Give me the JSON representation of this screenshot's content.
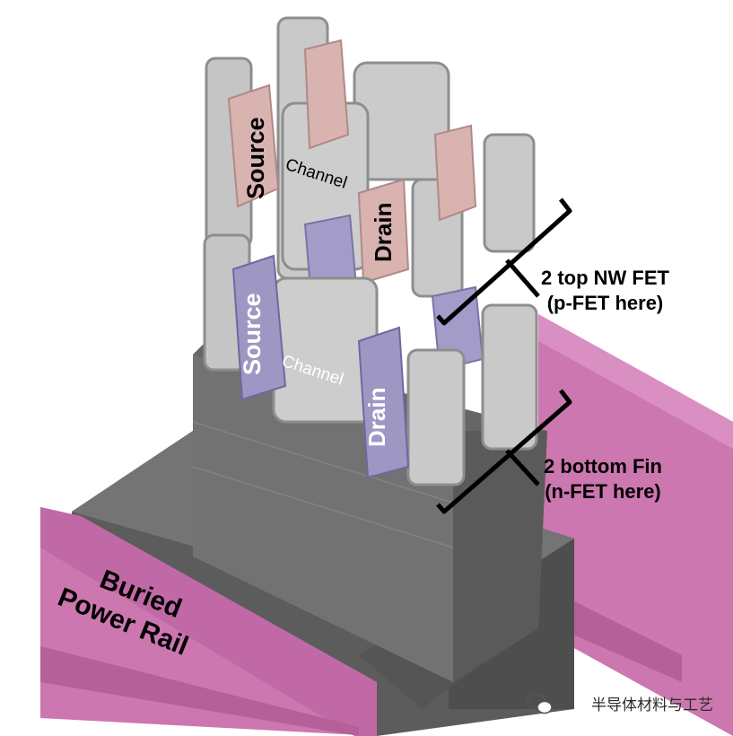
{
  "labels": {
    "top_source": "Source",
    "top_channel": "Channel",
    "top_drain": "Drain",
    "bottom_source": "Source",
    "bottom_channel": "Channel",
    "bottom_drain": "Drain",
    "top_fet_line1": "2 top NW FET",
    "top_fet_line2": "(p-FET here)",
    "bottom_fin_line1": "2 bottom Fin",
    "bottom_fin_line2": "(n-FET here)",
    "rail_line1": "Buried",
    "rail_line2": "Power Rail"
  },
  "watermark": {
    "text": "半导体材料与工艺",
    "icon": "wechat-icon"
  },
  "colors": {
    "substrate": "#5a5a5a",
    "substrate_light": "#7a7a7a",
    "rail": "#cc77b0",
    "rail_dark": "#b56099",
    "gate": "#c9c9c9",
    "gate_edge": "#8e8e8e",
    "pink_sd": "#d9b3b0",
    "purple_sd": "#9e97c4"
  }
}
